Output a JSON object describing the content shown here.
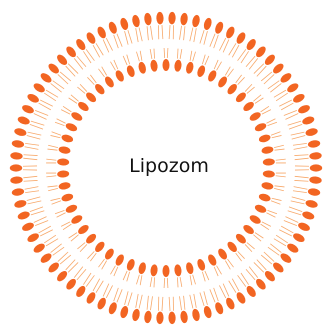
{
  "diagram": {
    "label": "Lipozom",
    "colors": {
      "head": "#f26522",
      "tail": "#f7a86a",
      "text": "#111111",
      "background": "#ffffff"
    },
    "structure": "bilayer-ring",
    "outer_heads": 78,
    "inner_heads": 54
  }
}
